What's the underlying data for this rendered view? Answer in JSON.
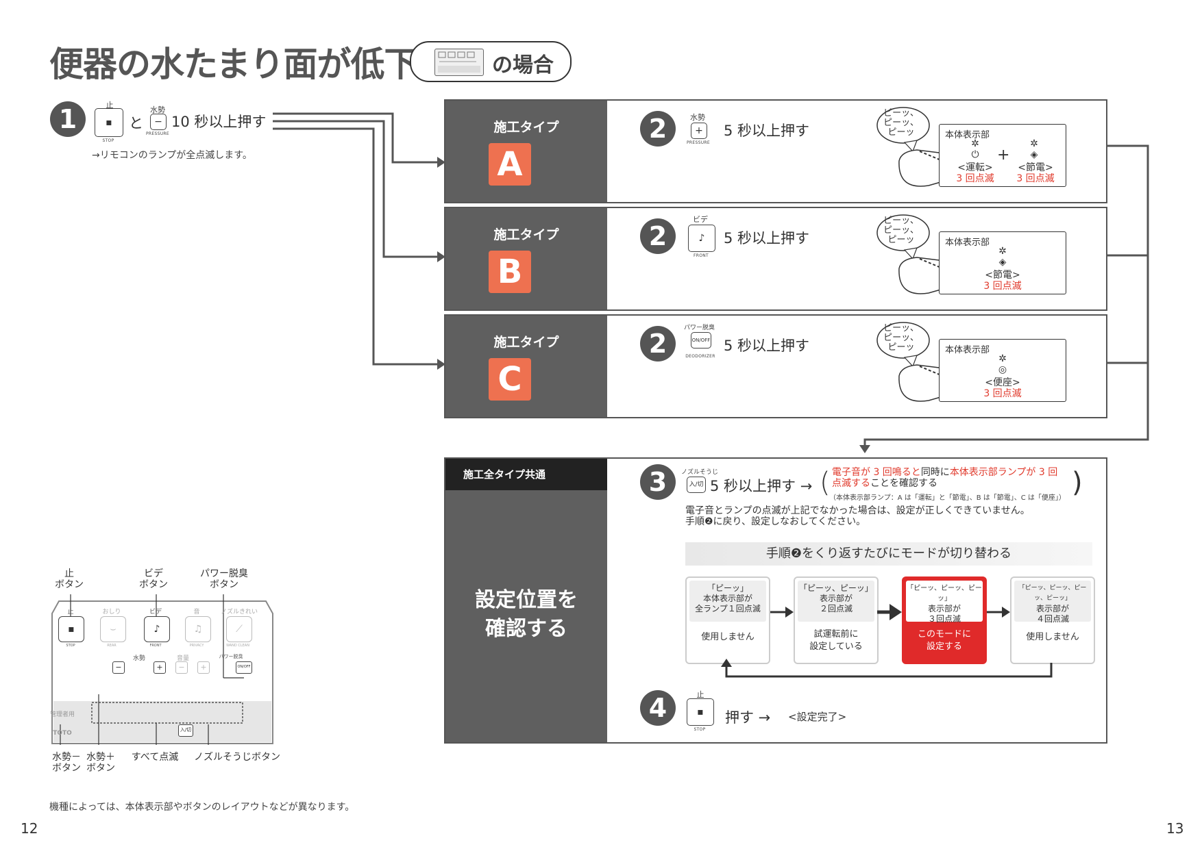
{
  "header": {
    "title": "便器の水たまり面が低下した場合",
    "pill_suffix": "の場合"
  },
  "step1": {
    "number": "1",
    "stop_top": "止",
    "stop_bottom": "STOP",
    "connector": "と",
    "minus_top": "水勢",
    "minus_bottom": "PRESSURE",
    "instruction": "10 秒以上押す",
    "note": "→リモコンのランプが全点滅します。"
  },
  "types": [
    {
      "label": "施工タイプ",
      "letter": "A",
      "step_number": "2",
      "button_top": "水勢",
      "button_symbol": "+",
      "button_bottom": "PRESSURE",
      "instruction": "5 秒以上押す",
      "beep": [
        "ピーッ、",
        "ピーッ、",
        "ピーッ"
      ],
      "display_title": "本体表示部",
      "lamps": [
        {
          "name": "<運転>",
          "blink": "3 回点滅"
        },
        {
          "name": "<節電>",
          "blink": "3 回点滅"
        }
      ],
      "plus": "+"
    },
    {
      "label": "施工タイプ",
      "letter": "B",
      "step_number": "2",
      "button_top": "ビデ",
      "button_symbol": "♪",
      "button_bottom": "FRONT",
      "instruction": "5 秒以上押す",
      "beep": [
        "ピーッ、",
        "ピーッ、",
        "ピーッ"
      ],
      "display_title": "本体表示部",
      "lamps": [
        {
          "name": "<節電>",
          "blink": "3 回点滅"
        }
      ]
    },
    {
      "label": "施工タイプ",
      "letter": "C",
      "step_number": "2",
      "button_top": "パワー脱臭",
      "button_symbol": "ON/OFF",
      "button_bottom": "DEODORIZER",
      "instruction": "5 秒以上押す",
      "beep": [
        "ピーッ、",
        "ピーッ、",
        "ピーッ"
      ],
      "display_title": "本体表示部",
      "lamps": [
        {
          "name": "<便座>",
          "blink": "3 回点滅"
        }
      ]
    }
  ],
  "common": {
    "header": "施工全タイプ共通",
    "side_title_1": "設定位置を",
    "side_title_2": "確認する",
    "step3": {
      "number": "3",
      "button_top": "ノズルそうじ",
      "button_symbol": "入/切",
      "instruction": "5 秒以上押す →",
      "confirm_red_1": "電子音が 3 回鳴ると",
      "confirm_black_1": "同時に",
      "confirm_red_2": "本体表示部ランプが 3 回",
      "confirm_red_3": "点滅する",
      "confirm_black_2": "ことを確認する",
      "lamp_note": "（本体表示部ランプ：A は「運転」と「節電」、B は「節電」、C は「便座」）",
      "warning_1": "電子音とランプの点滅が上記でなかった場合は、設定が正しくできていません。",
      "warning_2": "手順❷に戻り、設定しなおしてください。"
    },
    "cycle_banner": "手順❷をくり返すたびにモードが切り替わる",
    "modes": [
      {
        "beep": "「ピーッ」",
        "display_1": "本体表示部が",
        "display_2": "全ランプ１回点滅",
        "desc_1": "使用しません",
        "desc_2": ""
      },
      {
        "beep": "「ピーッ、ピーッ」",
        "display_1": "表示部が",
        "display_2": "２回点滅",
        "desc_1": "試運転前に",
        "desc_2": "設定している"
      },
      {
        "beep": "「ピーッ、ピーッ、ピーッ」",
        "display_1": "表示部が",
        "display_2": "３回点滅",
        "desc_1": "このモードに",
        "desc_2": "設定する"
      },
      {
        "beep": "「ピーッ、ピーッ、ピーッ、ピーッ」",
        "display_1": "表示部が",
        "display_2": "４回点滅",
        "desc_1": "使用しません",
        "desc_2": ""
      }
    ],
    "step4": {
      "number": "4",
      "button_top": "止",
      "button_bottom": "STOP",
      "instruction": "押す →",
      "result": "<設定完了>"
    }
  },
  "remote": {
    "callout_top": [
      {
        "line1": "止",
        "line2": "ボタン"
      },
      {
        "line1": "ビデ",
        "line2": "ボタン"
      },
      {
        "line1": "パワー脱臭",
        "line2": "ボタン"
      }
    ],
    "callout_bottom": [
      {
        "line1": "水勢－",
        "line2": "ボタン"
      },
      {
        "line1": "水勢＋",
        "line2": "ボタン"
      },
      {
        "line1": "すべて点滅",
        "line2": ""
      },
      {
        "line1": "ノズルそうじボタン",
        "line2": ""
      }
    ],
    "button_labels": [
      "止",
      "おしり",
      "ビデ",
      "音",
      "ノズルきれい"
    ],
    "button_sub": [
      "STOP",
      "REAR",
      "FRONT",
      "PRIVACY",
      "WAND CLEAN"
    ],
    "pressure": "水勢",
    "volume": "音量",
    "deodorizer": "パワー脱臭",
    "brand": "TOTO",
    "admin": "管理者用"
  },
  "footer": {
    "note": "機種によっては、本体表示部やボタンのレイアウトなどが異なります。",
    "page_left": "12",
    "page_right": "13"
  },
  "colors": {
    "badge": "#ee7150",
    "label_bg": "#5f5f5f",
    "red_text": "#e03a2c",
    "active_card": "#e02a2a"
  }
}
